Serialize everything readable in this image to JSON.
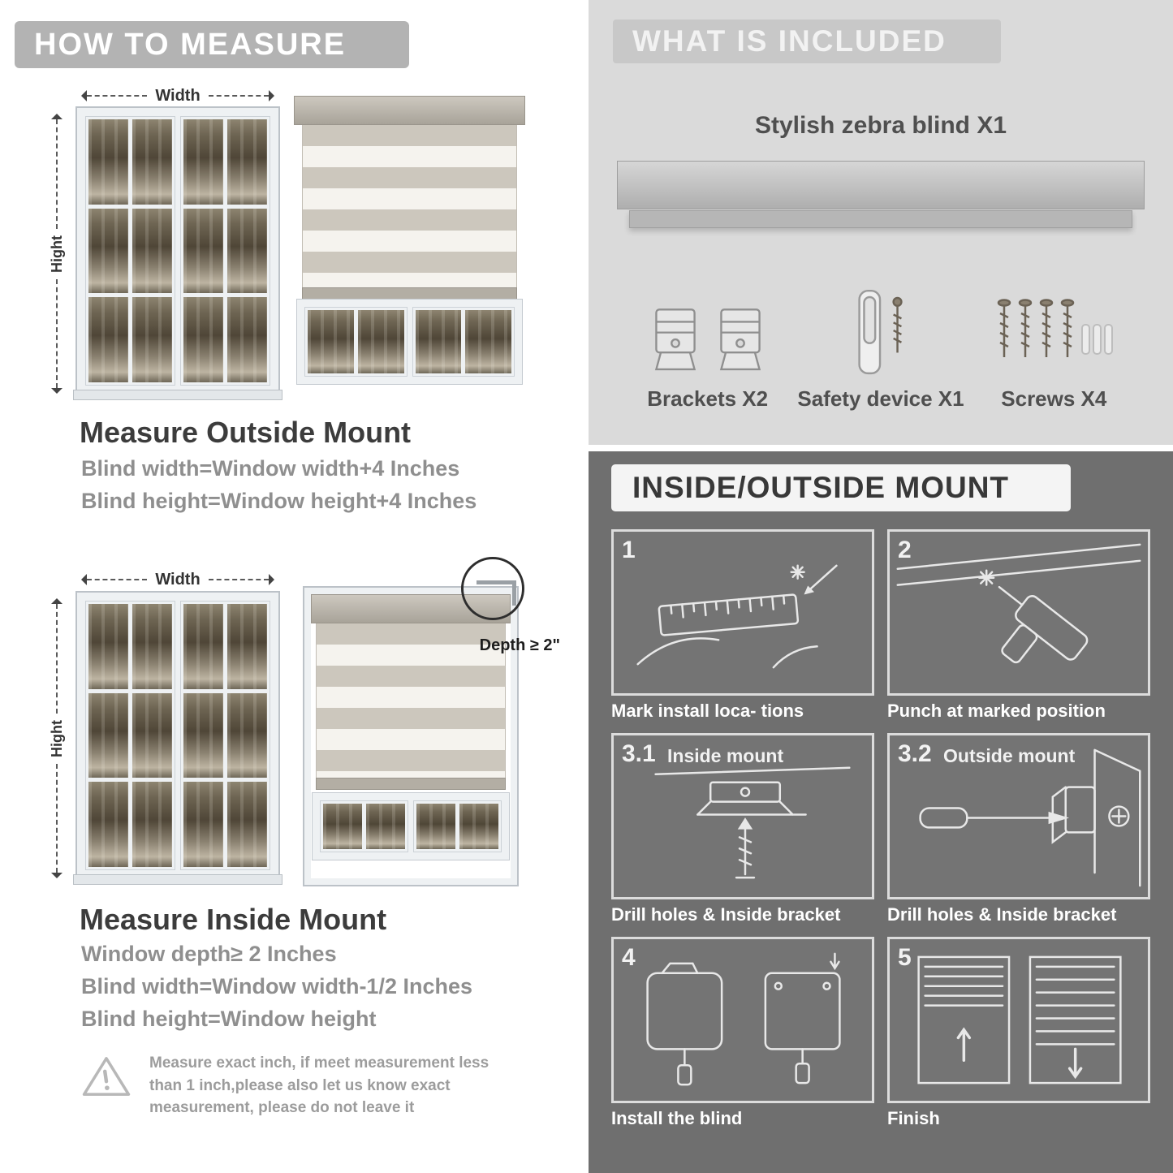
{
  "colors": {
    "left_header_bg": "#b3b3b3",
    "included_bg": "#dadada",
    "included_header_bg": "#c8c8c8",
    "mount_bg": "#6f6f6f",
    "title_text": "#3c3c3c",
    "spec_text": "#8f8f8f"
  },
  "left": {
    "header": "HOW TO MEASURE",
    "outside": {
      "width_label": "Width",
      "height_label": "Hight",
      "title": "Measure Outside Mount",
      "specs": [
        "Blind width=Window width+4 Inches",
        "Blind height=Window height+4 Inches"
      ]
    },
    "inside": {
      "width_label": "Width",
      "height_label": "Hight",
      "depth_label": "Depth ≥ 2\"",
      "title": "Measure Inside Mount",
      "specs": [
        "Window depth≥ 2 Inches",
        "Blind width=Window width-1/2 Inches",
        "Blind height=Window height"
      ]
    },
    "note": "Measure exact inch, if meet measurement less than 1 inch,please also let us know exact measurement, please do not leave it"
  },
  "included": {
    "header": "WHAT IS INCLUDED",
    "product": "Stylish zebra blind X1",
    "items": [
      {
        "label": "Brackets X2"
      },
      {
        "label": "Safety device X1"
      },
      {
        "label": "Screws X4"
      }
    ]
  },
  "mount": {
    "header": "INSIDE/OUTSIDE MOUNT",
    "steps": [
      {
        "num": "1",
        "caption": "Mark install loca- tions"
      },
      {
        "num": "2",
        "caption": "Punch at  marked position"
      },
      {
        "num": "3.1",
        "label": "Inside mount",
        "caption": "Drill holes &  Inside bracket"
      },
      {
        "num": "3.2",
        "label": "Outside mount",
        "caption": "Drill holes &  Inside bracket"
      },
      {
        "num": "4",
        "caption": "Install the blind"
      },
      {
        "num": "5",
        "caption": "Finish"
      }
    ]
  }
}
